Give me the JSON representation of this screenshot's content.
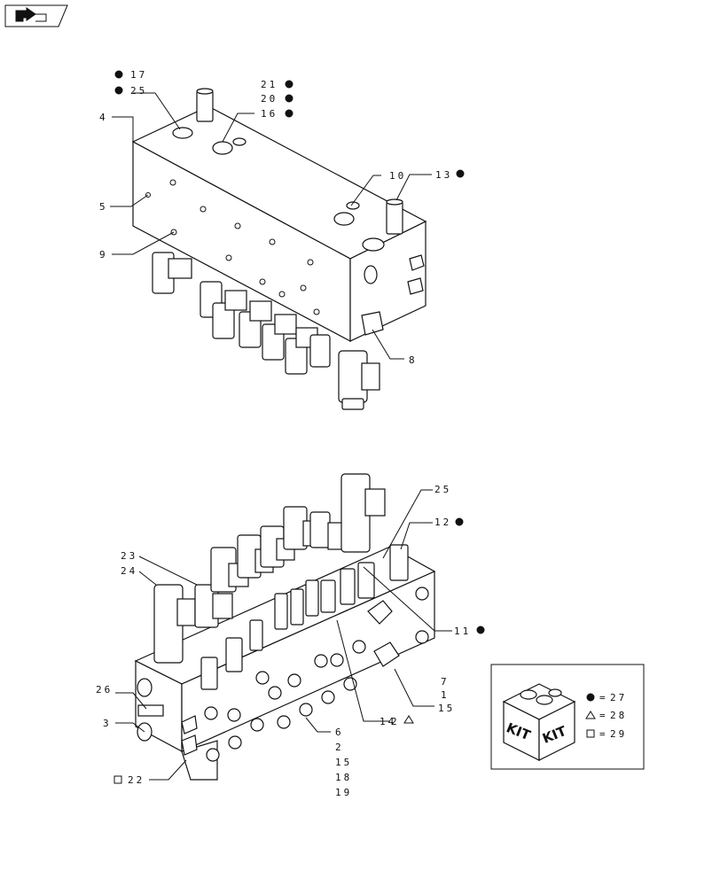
{
  "nav": {
    "icon": "back-arrow-icon"
  },
  "top_labels": {
    "l17": "17",
    "l25a": "25",
    "l4": "4",
    "l5": "5",
    "l9": "9",
    "l21": "21",
    "l20": "20",
    "l16": "16",
    "l10": "10",
    "l13": "13",
    "l8": "8"
  },
  "bottom_labels": {
    "l25b": "25",
    "l12": "12",
    "l23": "23",
    "l24": "24",
    "l11": "11",
    "l26": "26",
    "l3": "3",
    "l22": "22",
    "l14": "14",
    "l2a": "2",
    "stack_right": [
      "7",
      "1",
      "15"
    ],
    "stack_bottom": [
      "6",
      "2",
      "15",
      "18",
      "19"
    ]
  },
  "kit": {
    "word1": "KIT",
    "word2": "KIT",
    "legend": [
      {
        "symbol": "filled-circle",
        "eq": "=",
        "value": "27"
      },
      {
        "symbol": "triangle",
        "eq": "=",
        "value": "28"
      },
      {
        "symbol": "square",
        "eq": "=",
        "value": "29"
      }
    ]
  }
}
